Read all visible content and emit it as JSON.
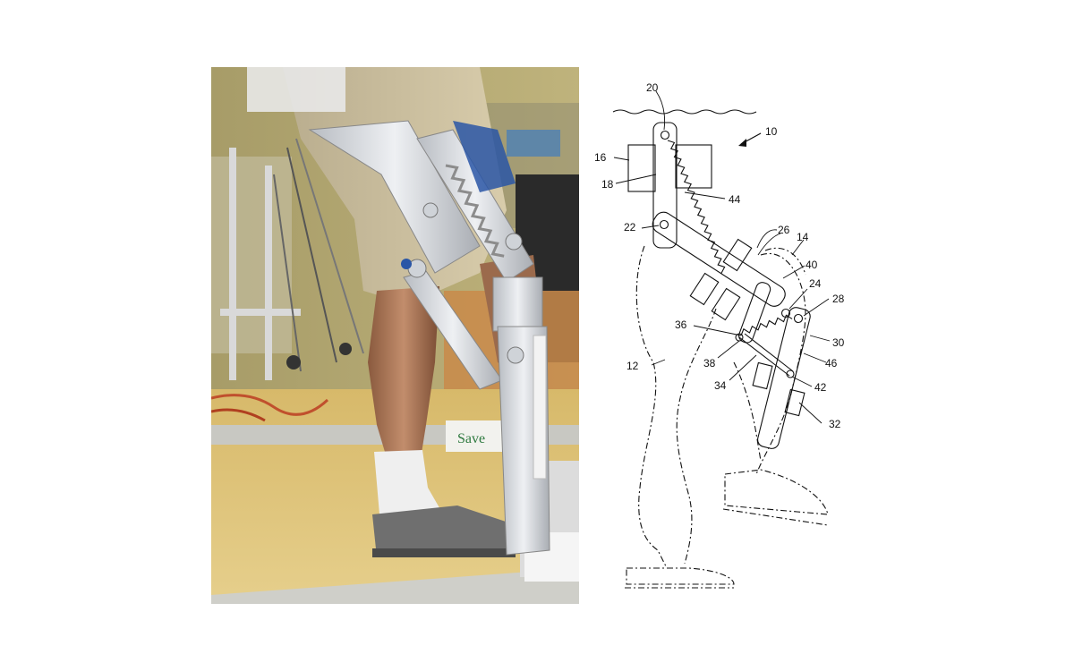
{
  "photo": {
    "sign_text": "Save"
  },
  "drawing": {
    "ref_10": "10",
    "ref_12": "12",
    "ref_14": "14",
    "ref_16": "16",
    "ref_18": "18",
    "ref_20": "20",
    "ref_22": "22",
    "ref_24": "24",
    "ref_26": "26",
    "ref_28": "28",
    "ref_30": "30",
    "ref_32": "32",
    "ref_34": "34",
    "ref_36": "36",
    "ref_38": "38",
    "ref_40": "40",
    "ref_42": "42",
    "ref_44": "44",
    "ref_46": "46"
  }
}
